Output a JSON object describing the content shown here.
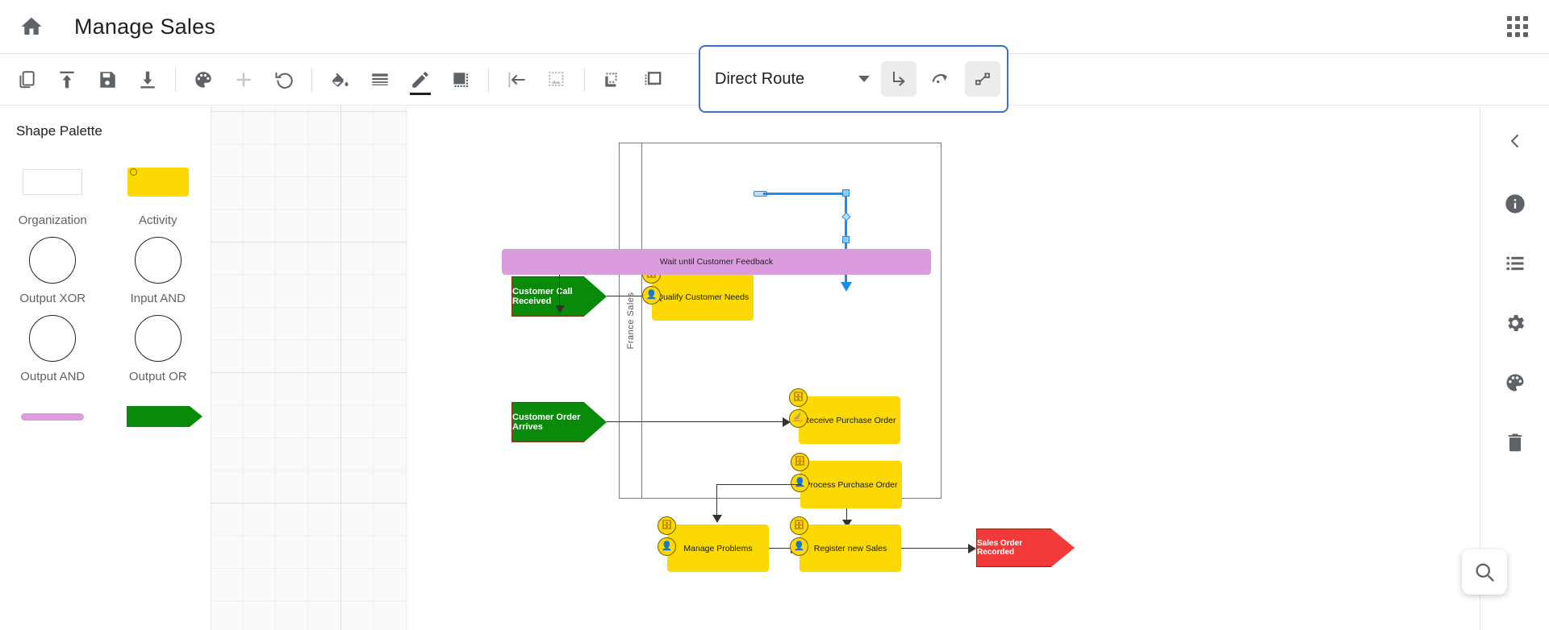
{
  "header": {
    "home_icon": "home-icon",
    "title": "Manage Sales",
    "apps_icon": "apps-grid-icon"
  },
  "toolbar": {
    "items": [
      {
        "name": "copy-button",
        "icon": "copy-icon"
      },
      {
        "name": "upload-button",
        "icon": "upload-icon"
      },
      {
        "name": "save-button",
        "icon": "floppy-save-icon"
      },
      {
        "name": "download-button",
        "icon": "download-icon"
      },
      {
        "name": "palette-button",
        "icon": "color-palette-icon"
      },
      {
        "name": "add-button",
        "icon": "plus-icon"
      },
      {
        "name": "undo-button",
        "icon": "undo-icon"
      },
      {
        "name": "fill-color-button",
        "icon": "paint-bucket-icon"
      },
      {
        "name": "line-style-button",
        "icon": "line-weight-icon"
      },
      {
        "name": "pencil-button",
        "icon": "pencil-icon"
      },
      {
        "name": "shadow-button",
        "icon": "filled-square-shadow-icon"
      },
      {
        "name": "align-left-button",
        "icon": "align-left-icon"
      },
      {
        "name": "image-button",
        "icon": "image-placeholder-icon"
      },
      {
        "name": "send-backward-button",
        "icon": "send-backward-icon"
      },
      {
        "name": "bring-forward-button",
        "icon": "bring-forward-icon"
      }
    ]
  },
  "route_panel": {
    "selected": "Direct Route",
    "caret_icon": "chevron-down-icon",
    "buttons": [
      {
        "name": "orthogonal-route-button",
        "icon": "corner-arrow-icon"
      },
      {
        "name": "curved-route-button",
        "icon": "curved-arrow-icon"
      },
      {
        "name": "direct-route-button",
        "icon": "diagonal-line-nodes-icon"
      }
    ],
    "accent_color": "#3b72c4"
  },
  "palette": {
    "title": "Shape Palette",
    "shapes": [
      {
        "label": "Organization",
        "art": "org-rect"
      },
      {
        "label": "Activity",
        "art": "activity-rect"
      },
      {
        "label": "Output XOR",
        "art": "circle"
      },
      {
        "label": "Input AND",
        "art": "circle"
      },
      {
        "label": "Output AND",
        "art": "circle"
      },
      {
        "label": "Output OR",
        "art": "circle"
      },
      {
        "label": "",
        "art": "purple-bar"
      },
      {
        "label": "",
        "art": "green-arrow"
      }
    ]
  },
  "diagram": {
    "lane_label": "France Sales",
    "events": [
      {
        "name": "event-customer-call-received",
        "label": "Customer Call Received",
        "color": "#0a8A0a"
      },
      {
        "name": "event-customer-order-arrives",
        "label": "Customer Order Arrives",
        "color": "#0a8A0a"
      },
      {
        "name": "event-sales-order-recorded",
        "label": "Sales Order Recorded",
        "color": "#F33A3A"
      }
    ],
    "activities": [
      {
        "name": "activity-qualify-customer-needs",
        "label": "Qualify Customer Needs"
      },
      {
        "name": "activity-receive-purchase-order",
        "label": "Receive Purchase Order"
      },
      {
        "name": "activity-process-purchase-order",
        "label": "Process Purchase Order"
      },
      {
        "name": "activity-manage-problems",
        "label": "Manage Problems"
      },
      {
        "name": "activity-register-new-sales",
        "label": "Register new Sales"
      }
    ],
    "wait": {
      "name": "wait-bar",
      "label": "Wait until Customer Feedback",
      "color": "#DA9CDC"
    },
    "selection_color": "#1a8cf0"
  },
  "right_rail": {
    "items": [
      {
        "name": "collapse-panel-button",
        "icon": "chevron-left-icon"
      },
      {
        "name": "info-button",
        "icon": "info-icon"
      },
      {
        "name": "list-button",
        "icon": "list-icon"
      },
      {
        "name": "settings-button",
        "icon": "gear-icon"
      },
      {
        "name": "theme-button",
        "icon": "color-palette-icon"
      },
      {
        "name": "delete-button",
        "icon": "trash-icon"
      }
    ],
    "zoom_fab": {
      "name": "zoom-search-button",
      "icon": "magnifier-icon"
    }
  }
}
